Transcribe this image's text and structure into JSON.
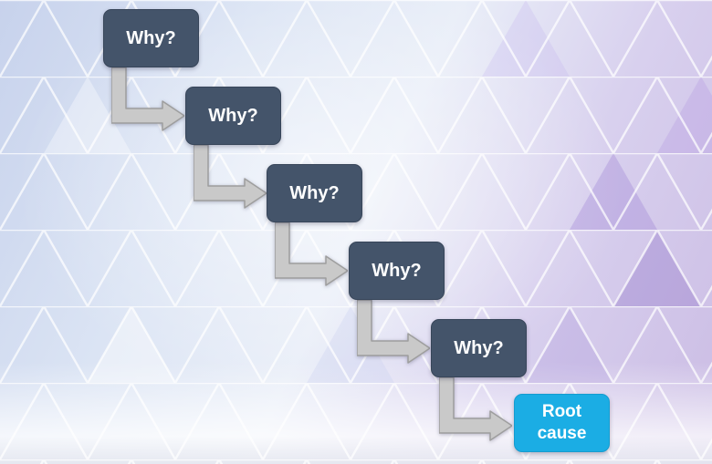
{
  "diagram": {
    "nodes": [
      {
        "id": "why-1",
        "label": "Why?"
      },
      {
        "id": "why-2",
        "label": "Why?"
      },
      {
        "id": "why-3",
        "label": "Why?"
      },
      {
        "id": "why-4",
        "label": "Why?"
      },
      {
        "id": "why-5",
        "label": "Why?"
      },
      {
        "id": "root-cause",
        "label": "Root cause"
      }
    ],
    "colors": {
      "why_box": "#44546a",
      "root_cause_box": "#1bade4",
      "arrow_fill": "#c9c9c9",
      "arrow_stroke": "#9e9e9e",
      "text": "#ffffff"
    }
  }
}
